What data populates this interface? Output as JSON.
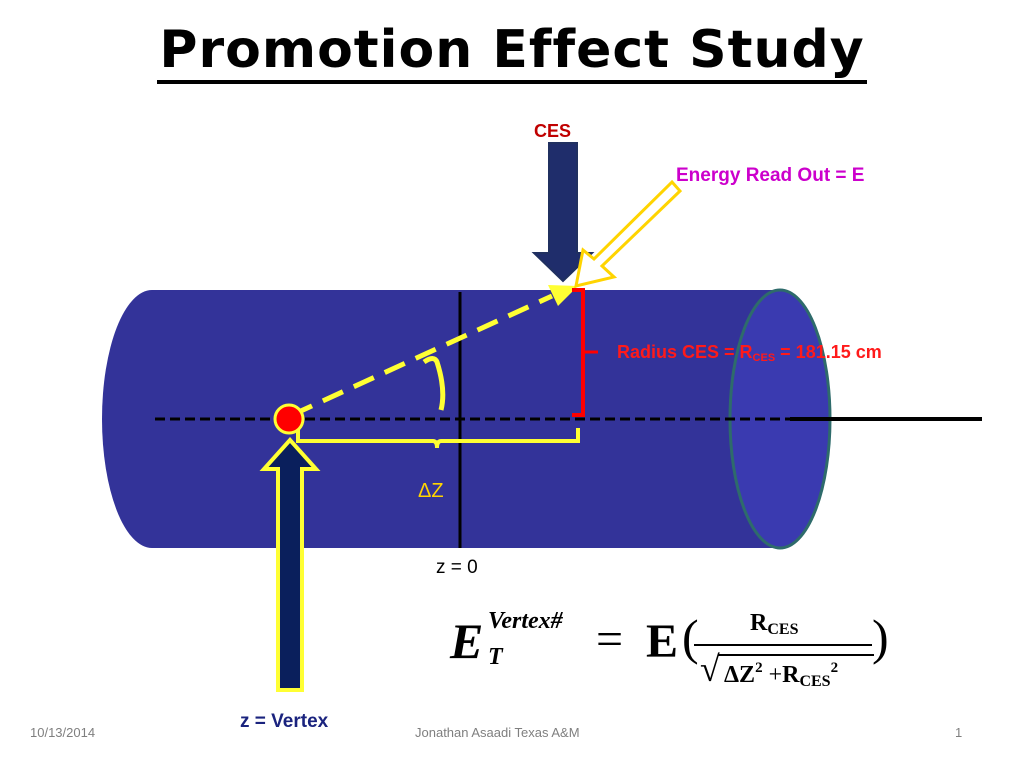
{
  "title": "Promotion Effect Study",
  "labels": {
    "ces": "CES",
    "energy_read_out": "Energy Read Out  = E",
    "radius_prefix": "Radius CES = R",
    "radius_sub": "CES",
    "radius_suffix": " = 181.15 cm",
    "delta_z": "ΔZ",
    "z_zero": "z = 0",
    "z_vertex": "z = Vertex"
  },
  "formula": {
    "lhs_symbol": "E",
    "lhs_superscript": "Vertex#",
    "lhs_subscript": "T",
    "equals": "=",
    "energy": "E",
    "open_paren": "(",
    "close_paren": ")",
    "numerator": "R",
    "numerator_sub": "CES",
    "den_dz": "ΔZ",
    "den_dz_exp": "2",
    "den_plus": "+",
    "den_r": "R",
    "den_r_sub": "CES",
    "den_r_exp": "2",
    "root": "√"
  },
  "footer": {
    "date": "10/13/2014",
    "author": "Jonathan Asaadi Texas A&M",
    "page": "1"
  },
  "colors": {
    "cylinder_fill": "#333399",
    "cylinder_end_fill": "#3a3ab0",
    "cylinder_edge": "#2e6b6b",
    "yellow": "#ffff33",
    "arrow_outline": "#ffd400",
    "arrow_fill": "#1f2d6b",
    "radius_red": "#ff0000",
    "vertex_dot": "#ff0000",
    "energy_magenta": "#cc00cc",
    "ces_red": "#c00000"
  }
}
